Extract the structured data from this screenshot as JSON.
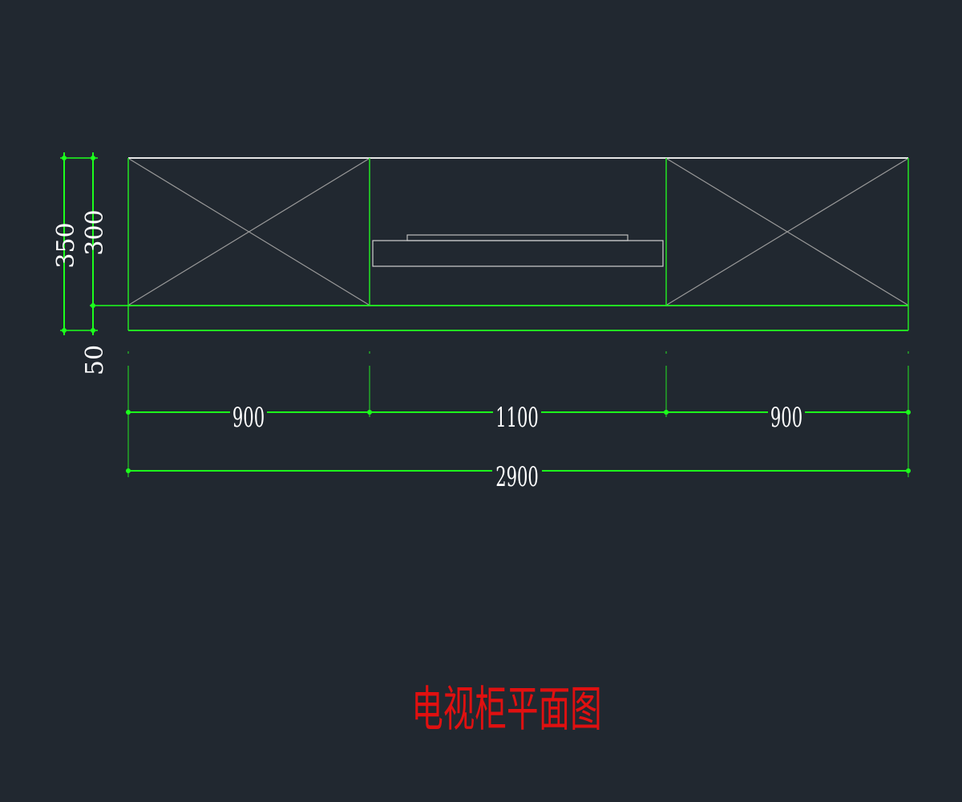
{
  "colors": {
    "background": "#212830",
    "dimension_line": "#1cff1c",
    "cabinet_outline_green": "#22e622",
    "drawing_white": "#e6e6e6",
    "drawing_gray": "#9a9a9a",
    "title": "#e01010"
  },
  "dimensions": {
    "horizontal": {
      "left_section": "900",
      "center_section": "1100",
      "right_section": "900",
      "total": "2900"
    },
    "vertical": {
      "total_height": "350",
      "cabinet_height": "300",
      "base_height": "50"
    }
  },
  "title": "电视柜平面图"
}
